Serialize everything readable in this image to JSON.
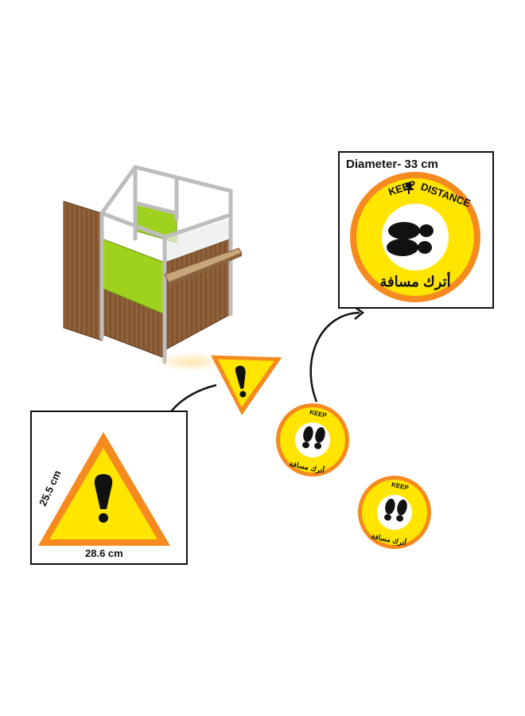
{
  "dimensions": {
    "circle_diameter": "Diameter- 33 cm",
    "triangle_width": "28.6 cm",
    "triangle_height": "25.5 cm"
  },
  "sticker": {
    "text_en_1": "KEEP",
    "text_en_2": "DISTANCE",
    "text_ar": "أترك مسافة"
  },
  "colors": {
    "sticker_yellow": "#ffe500",
    "sticker_orange": "#f58a1f",
    "panel_green": "#9fd21f",
    "wood": "#8a5a33",
    "frame": "#c9c9c9"
  }
}
